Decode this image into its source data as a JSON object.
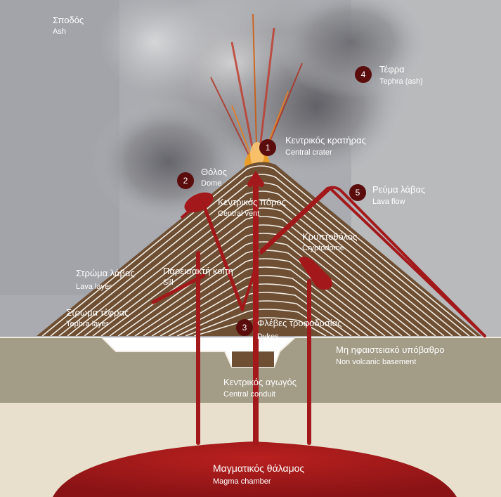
{
  "labels": {
    "ash": {
      "greek": "Σποδός",
      "english": "Ash"
    },
    "tephra": {
      "number": "4",
      "greek": "Τέφρα",
      "english": "Tephra (ash)"
    },
    "central_crater": {
      "number": "1",
      "greek": "Κεντρικός κρατήρας",
      "english": "Central crater"
    },
    "dome": {
      "number": "2",
      "greek": "Θόλος",
      "english": "Dome"
    },
    "central_vent": {
      "greek": "Κεντρικός πόρος",
      "english": "Central vent"
    },
    "lava_flow": {
      "number": "5",
      "greek": "Ρεύμα λάβας",
      "english": "Lava flow"
    },
    "cryptodome": {
      "greek": "Κρυπτοθόλος",
      "english": "Cryptodome"
    },
    "lava_layer": {
      "greek": "Στρώμα λάβας",
      "english": "Lava layer"
    },
    "sill": {
      "greek": "Παρεισακτή κοίτη",
      "english": "Sill"
    },
    "tephra_layer": {
      "greek": "Στρώμα τέφρας",
      "english": "Tephra layer"
    },
    "dykes": {
      "number": "3",
      "greek": "Φλέβες τροφοδοσίας",
      "english": "Dykes"
    },
    "basement": {
      "greek": "Μη ηφαιστειακό υπόβαθρο",
      "english": "Non volcanic basement"
    },
    "central_conduit": {
      "greek": "Κεντρικός αγωγός",
      "english": "Central conduit"
    },
    "magma_chamber": {
      "greek": "Μαγματικός θάλαμος",
      "english": "Magma chamber"
    }
  },
  "colors": {
    "sky": "#a9abb0",
    "volcano": "#6e4f34",
    "strata": "#f2ece2",
    "basement": "#a39c86",
    "deep_ground": "#e8dfcc",
    "magma": "#a3191b",
    "marker": "#5b0d0d"
  }
}
